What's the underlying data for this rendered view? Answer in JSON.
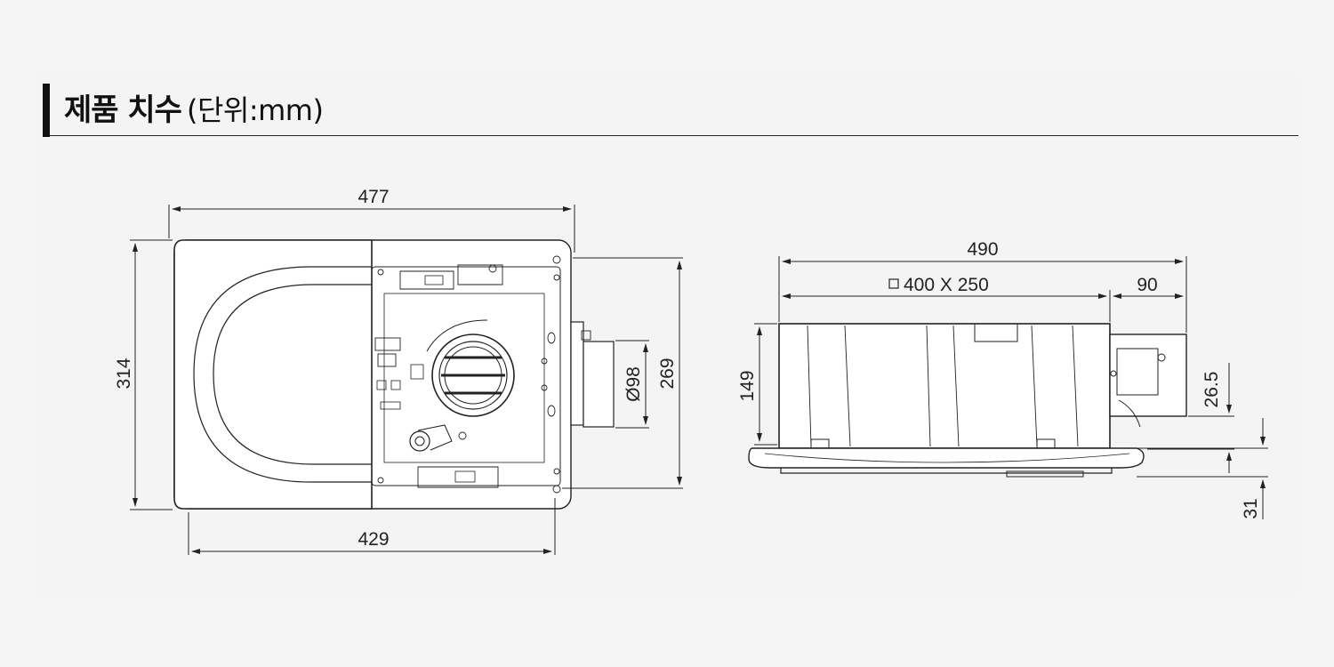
{
  "header": {
    "title": "제품 치수",
    "unit": "(단위:mm)"
  },
  "top_view": {
    "width_top": "477",
    "width_bottom": "429",
    "height_left": "314",
    "height_right": "269",
    "duct_diameter": "Ø98"
  },
  "side_view": {
    "total_length": "490",
    "opening_size": "400 X 250",
    "duct_length": "90",
    "body_height": "149",
    "duct_offset": "26.5",
    "bottom_offset": "31"
  }
}
